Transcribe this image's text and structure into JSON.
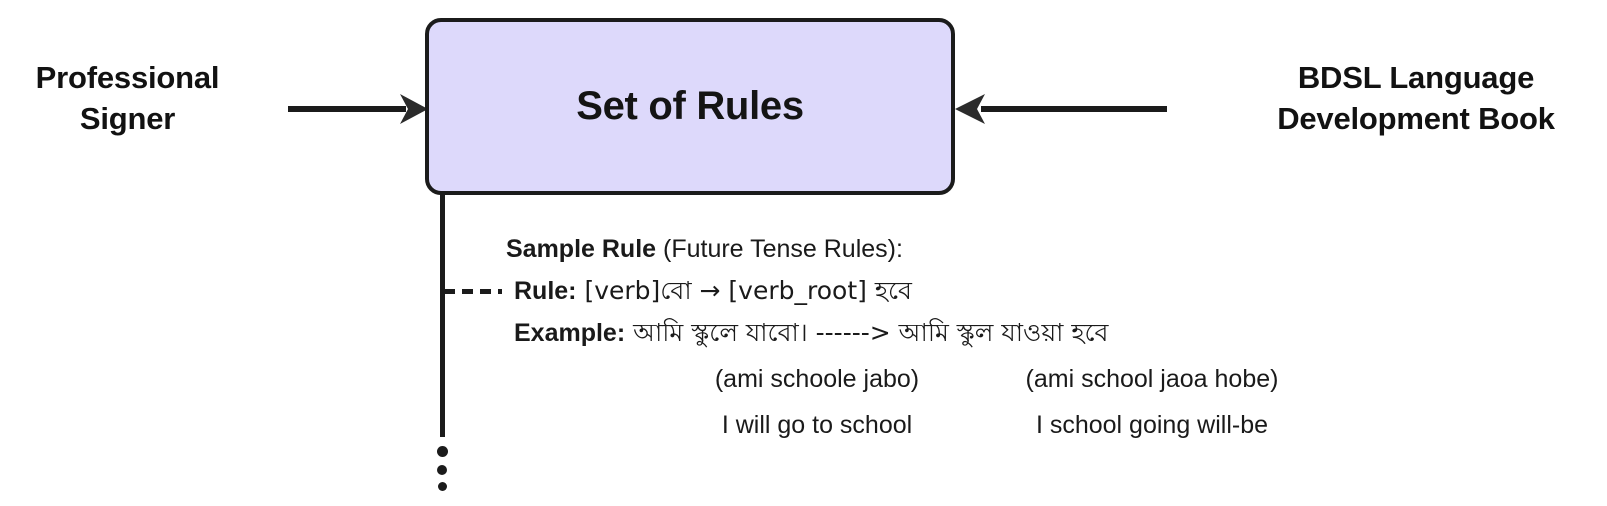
{
  "diagram": {
    "left_source": "Professional\nSigner",
    "left_source_line1": "Professional",
    "left_source_line2": "Signer",
    "right_source_line1": "BDSL Language",
    "right_source_line2": "Development Book",
    "center_box_title": "Set of Rules",
    "colors": {
      "box_fill": "#ddd9fb",
      "box_border": "#1b1b1b",
      "text": "#1a1a1a",
      "background": "#ffffff"
    }
  },
  "rule_block": {
    "sample_rule_label": "Sample Rule",
    "sample_rule_parenthetical": " (Future Tense Rules):",
    "rule_label": "Rule:",
    "rule_pattern": " [verb]বো → [verb_root] হবে",
    "example_label": "Example:",
    "example_source": " আমি স্কুলে যাবো। ------> আমি স্কুল যাওয়া হবে",
    "transliteration_left": "(ami schoole jabo)",
    "transliteration_right": "(ami school jaoa hobe)",
    "english_left": "I will go to school",
    "english_right": "I school going will-be"
  }
}
